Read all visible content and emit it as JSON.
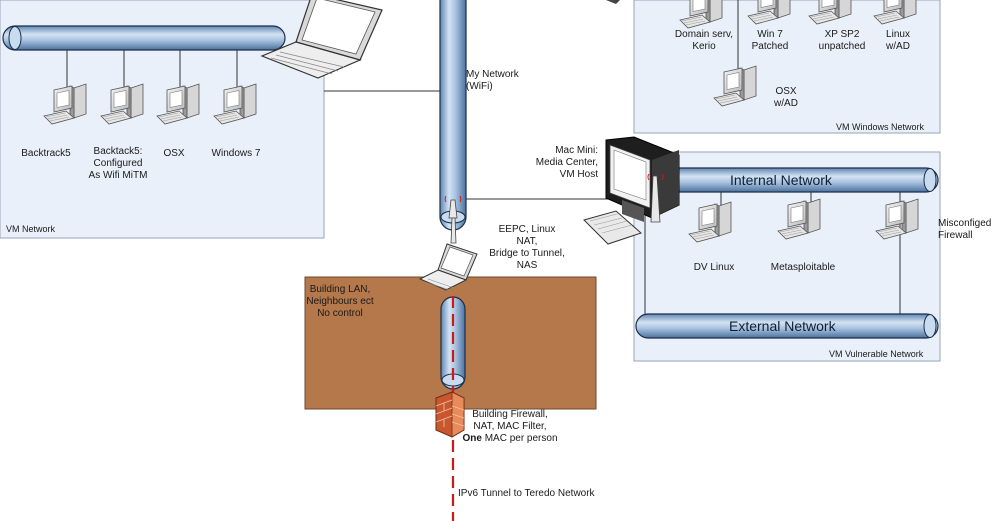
{
  "networks": {
    "vm_network": "VM Network",
    "vm_windows": "VM Windows Network",
    "vm_vulnerable": "VM Vulnerable Network",
    "my_network": [
      "My Network",
      "(WiFi)"
    ],
    "internal": "Internal Network",
    "external": "External Network"
  },
  "vm_network_hosts": [
    {
      "lines": [
        "Backtrack5"
      ]
    },
    {
      "lines": [
        "Backtack5:",
        "Configured",
        "As Wifi MiTM"
      ]
    },
    {
      "lines": [
        "OSX"
      ]
    },
    {
      "lines": [
        "Windows 7"
      ]
    }
  ],
  "vm_windows_hosts": [
    {
      "lines": [
        "Domain serv,",
        "Kerio"
      ]
    },
    {
      "lines": [
        "Win 7",
        "Patched"
      ]
    },
    {
      "lines": [
        "XP SP2",
        "unpatched"
      ]
    },
    {
      "lines": [
        "Linux",
        "w/AD"
      ]
    },
    {
      "lines": [
        "OSX",
        "w/AD"
      ]
    }
  ],
  "vulnerable_hosts": [
    {
      "lines": [
        "DV Linux"
      ]
    },
    {
      "lines": [
        "Metasploitable"
      ]
    },
    {
      "lines": [
        "Misconfiged",
        "Firewall"
      ]
    }
  ],
  "mac_mini": [
    "Mac Mini:",
    "Media Center,",
    "VM Host"
  ],
  "eepc": [
    "EEPC, Linux",
    "NAT,",
    "Bridge to Tunnel,",
    "NAS"
  ],
  "building_lan": [
    "Building LAN,",
    "Neighbours ect",
    "No control"
  ],
  "firewall": {
    "lines": [
      "Building Firewall,",
      "NAT, MAC Filter,"
    ],
    "bold": "One",
    "rest": " MAC per person"
  },
  "tunnel": "IPv6 Tunnel to Teredo Network",
  "colors": {
    "pipe": "#8fb1d6",
    "pipe_edge": "#1c2f4a",
    "zone_fill": "#eaf0fa",
    "zone_edge": "#97a3b5",
    "lan_fill": "#b5784a",
    "tunnel": "#cc1a1a"
  }
}
